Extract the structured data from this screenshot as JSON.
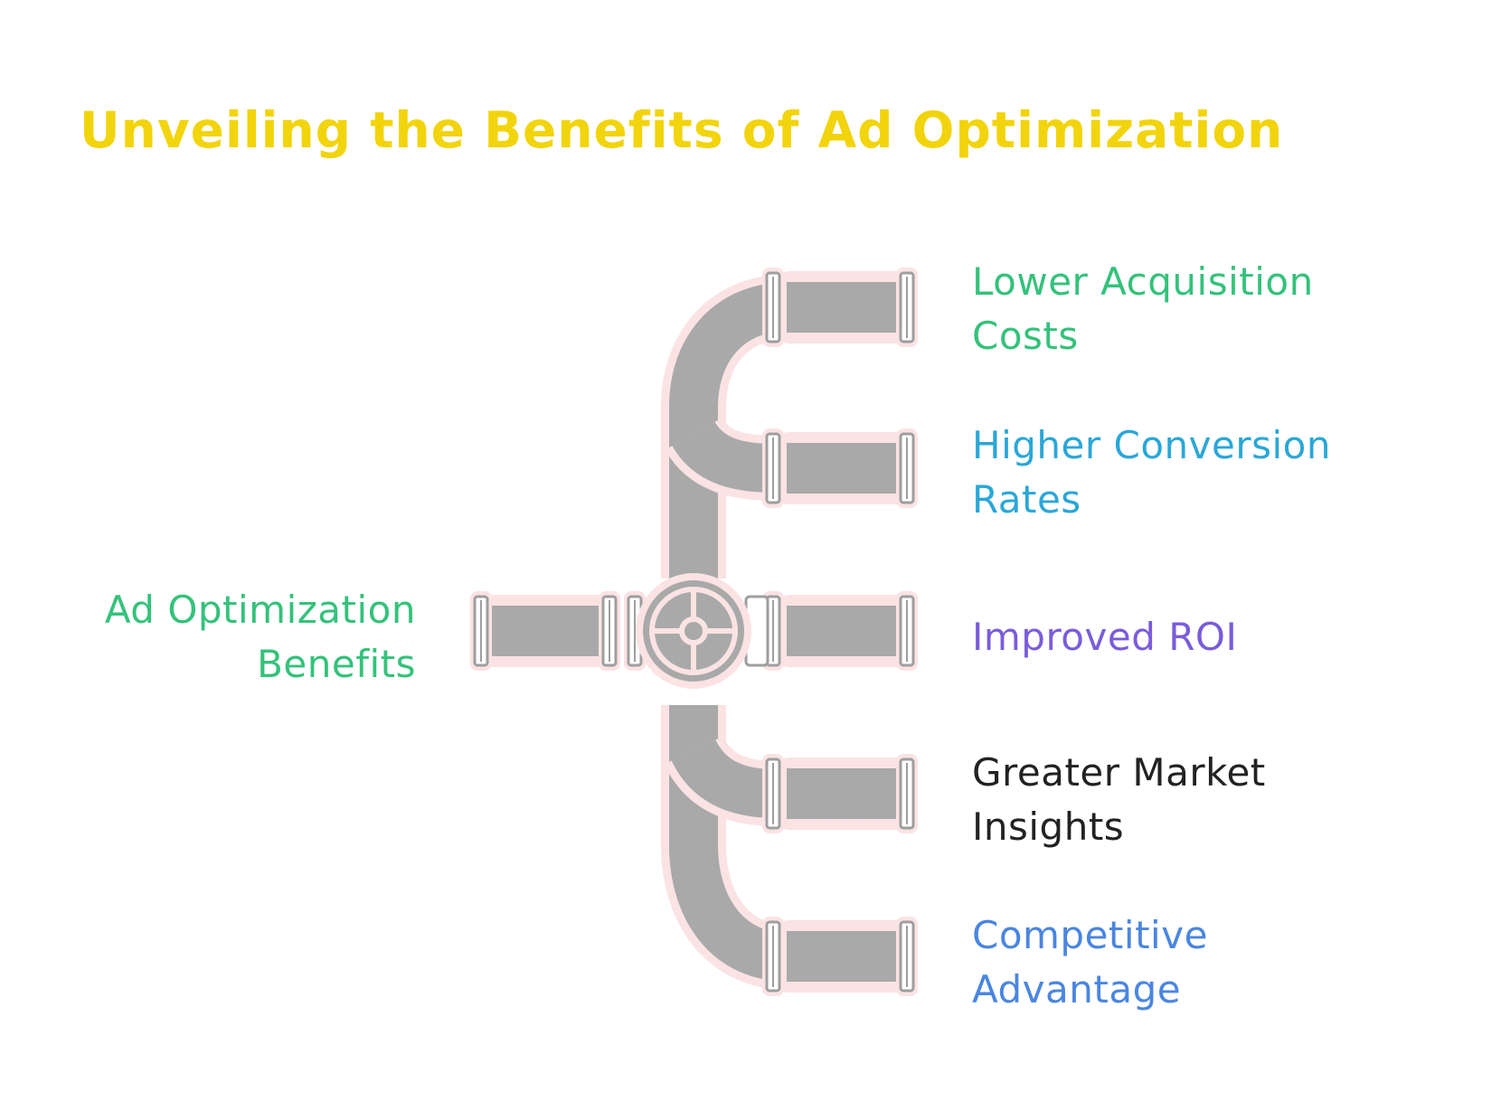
{
  "title": "Unveiling the Benefits of Ad Optimization",
  "root": {
    "lines": [
      "Ad Optimization",
      "Benefits"
    ],
    "color": "#34C27B"
  },
  "branches": [
    {
      "lines": [
        "Lower Acquisition",
        "Costs"
      ],
      "color": "#34C27B"
    },
    {
      "lines": [
        "Higher Conversion",
        "Rates"
      ],
      "color": "#2AA7D8"
    },
    {
      "lines": [
        "Improved ROI"
      ],
      "color": "#7A5CDB"
    },
    {
      "lines": [
        "Greater Market",
        "Insights"
      ],
      "color": "#222222"
    },
    {
      "lines": [
        "Competitive",
        "Advantage"
      ],
      "color": "#4A86E0"
    }
  ],
  "colors": {
    "title": "#F2D40C",
    "pipe_fill": "#A9A9A9",
    "pipe_outline": "#FBE3E3",
    "flange_stroke": "#9E9E9E"
  },
  "icons": {
    "valve": "valve-icon",
    "pipe": "pipe-icon"
  }
}
